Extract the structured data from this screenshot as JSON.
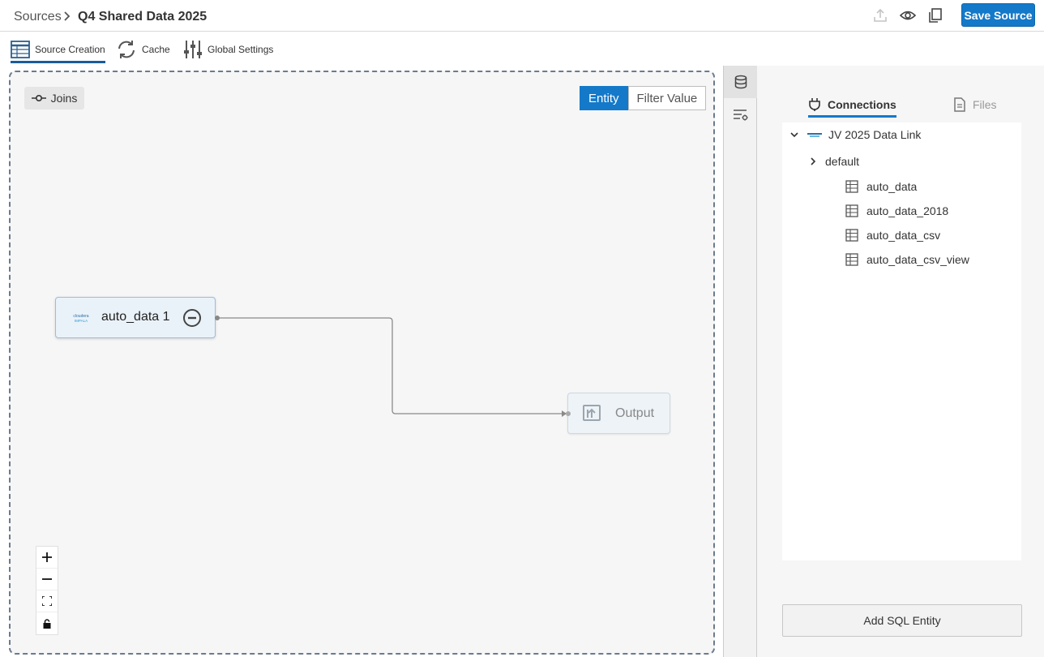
{
  "header": {
    "breadcrumb_root": "Sources",
    "title": "Q4 Shared Data 2025",
    "icons": [
      "upload-icon",
      "eye-icon",
      "copy-icon"
    ],
    "save_label": "Save Source",
    "accent_color": "#1479c9"
  },
  "toolbar": {
    "tabs": [
      {
        "label": "Source Creation",
        "icon": "table-icon",
        "active": true
      },
      {
        "label": "Cache",
        "icon": "refresh-icon",
        "active": false
      },
      {
        "label": "Global Settings",
        "icon": "sliders-icon",
        "active": false
      }
    ]
  },
  "canvas": {
    "joins_label": "Joins",
    "toggle": {
      "options": [
        "Entity",
        "Filter Value"
      ],
      "selected": "Entity"
    },
    "entity_node": {
      "label": "auto_data 1",
      "logo_text": "cloudera",
      "logo_subtext": "IMPALA"
    },
    "output_node": {
      "label": "Output"
    },
    "zoom_controls": [
      "zoom-in-icon",
      "zoom-out-icon",
      "fit-view-icon",
      "lock-icon"
    ]
  },
  "rail": {
    "items": [
      "database-icon",
      "filter-settings-icon"
    ]
  },
  "panel": {
    "tabs": [
      {
        "label": "Connections",
        "active": true
      },
      {
        "label": "Files",
        "active": false
      }
    ],
    "tree": {
      "connection": "JV 2025 Data Link",
      "schema": "default",
      "tables": [
        "auto_data",
        "auto_data_2018",
        "auto_data_csv",
        "auto_data_csv_view"
      ]
    },
    "add_sql_label": "Add SQL Entity"
  }
}
